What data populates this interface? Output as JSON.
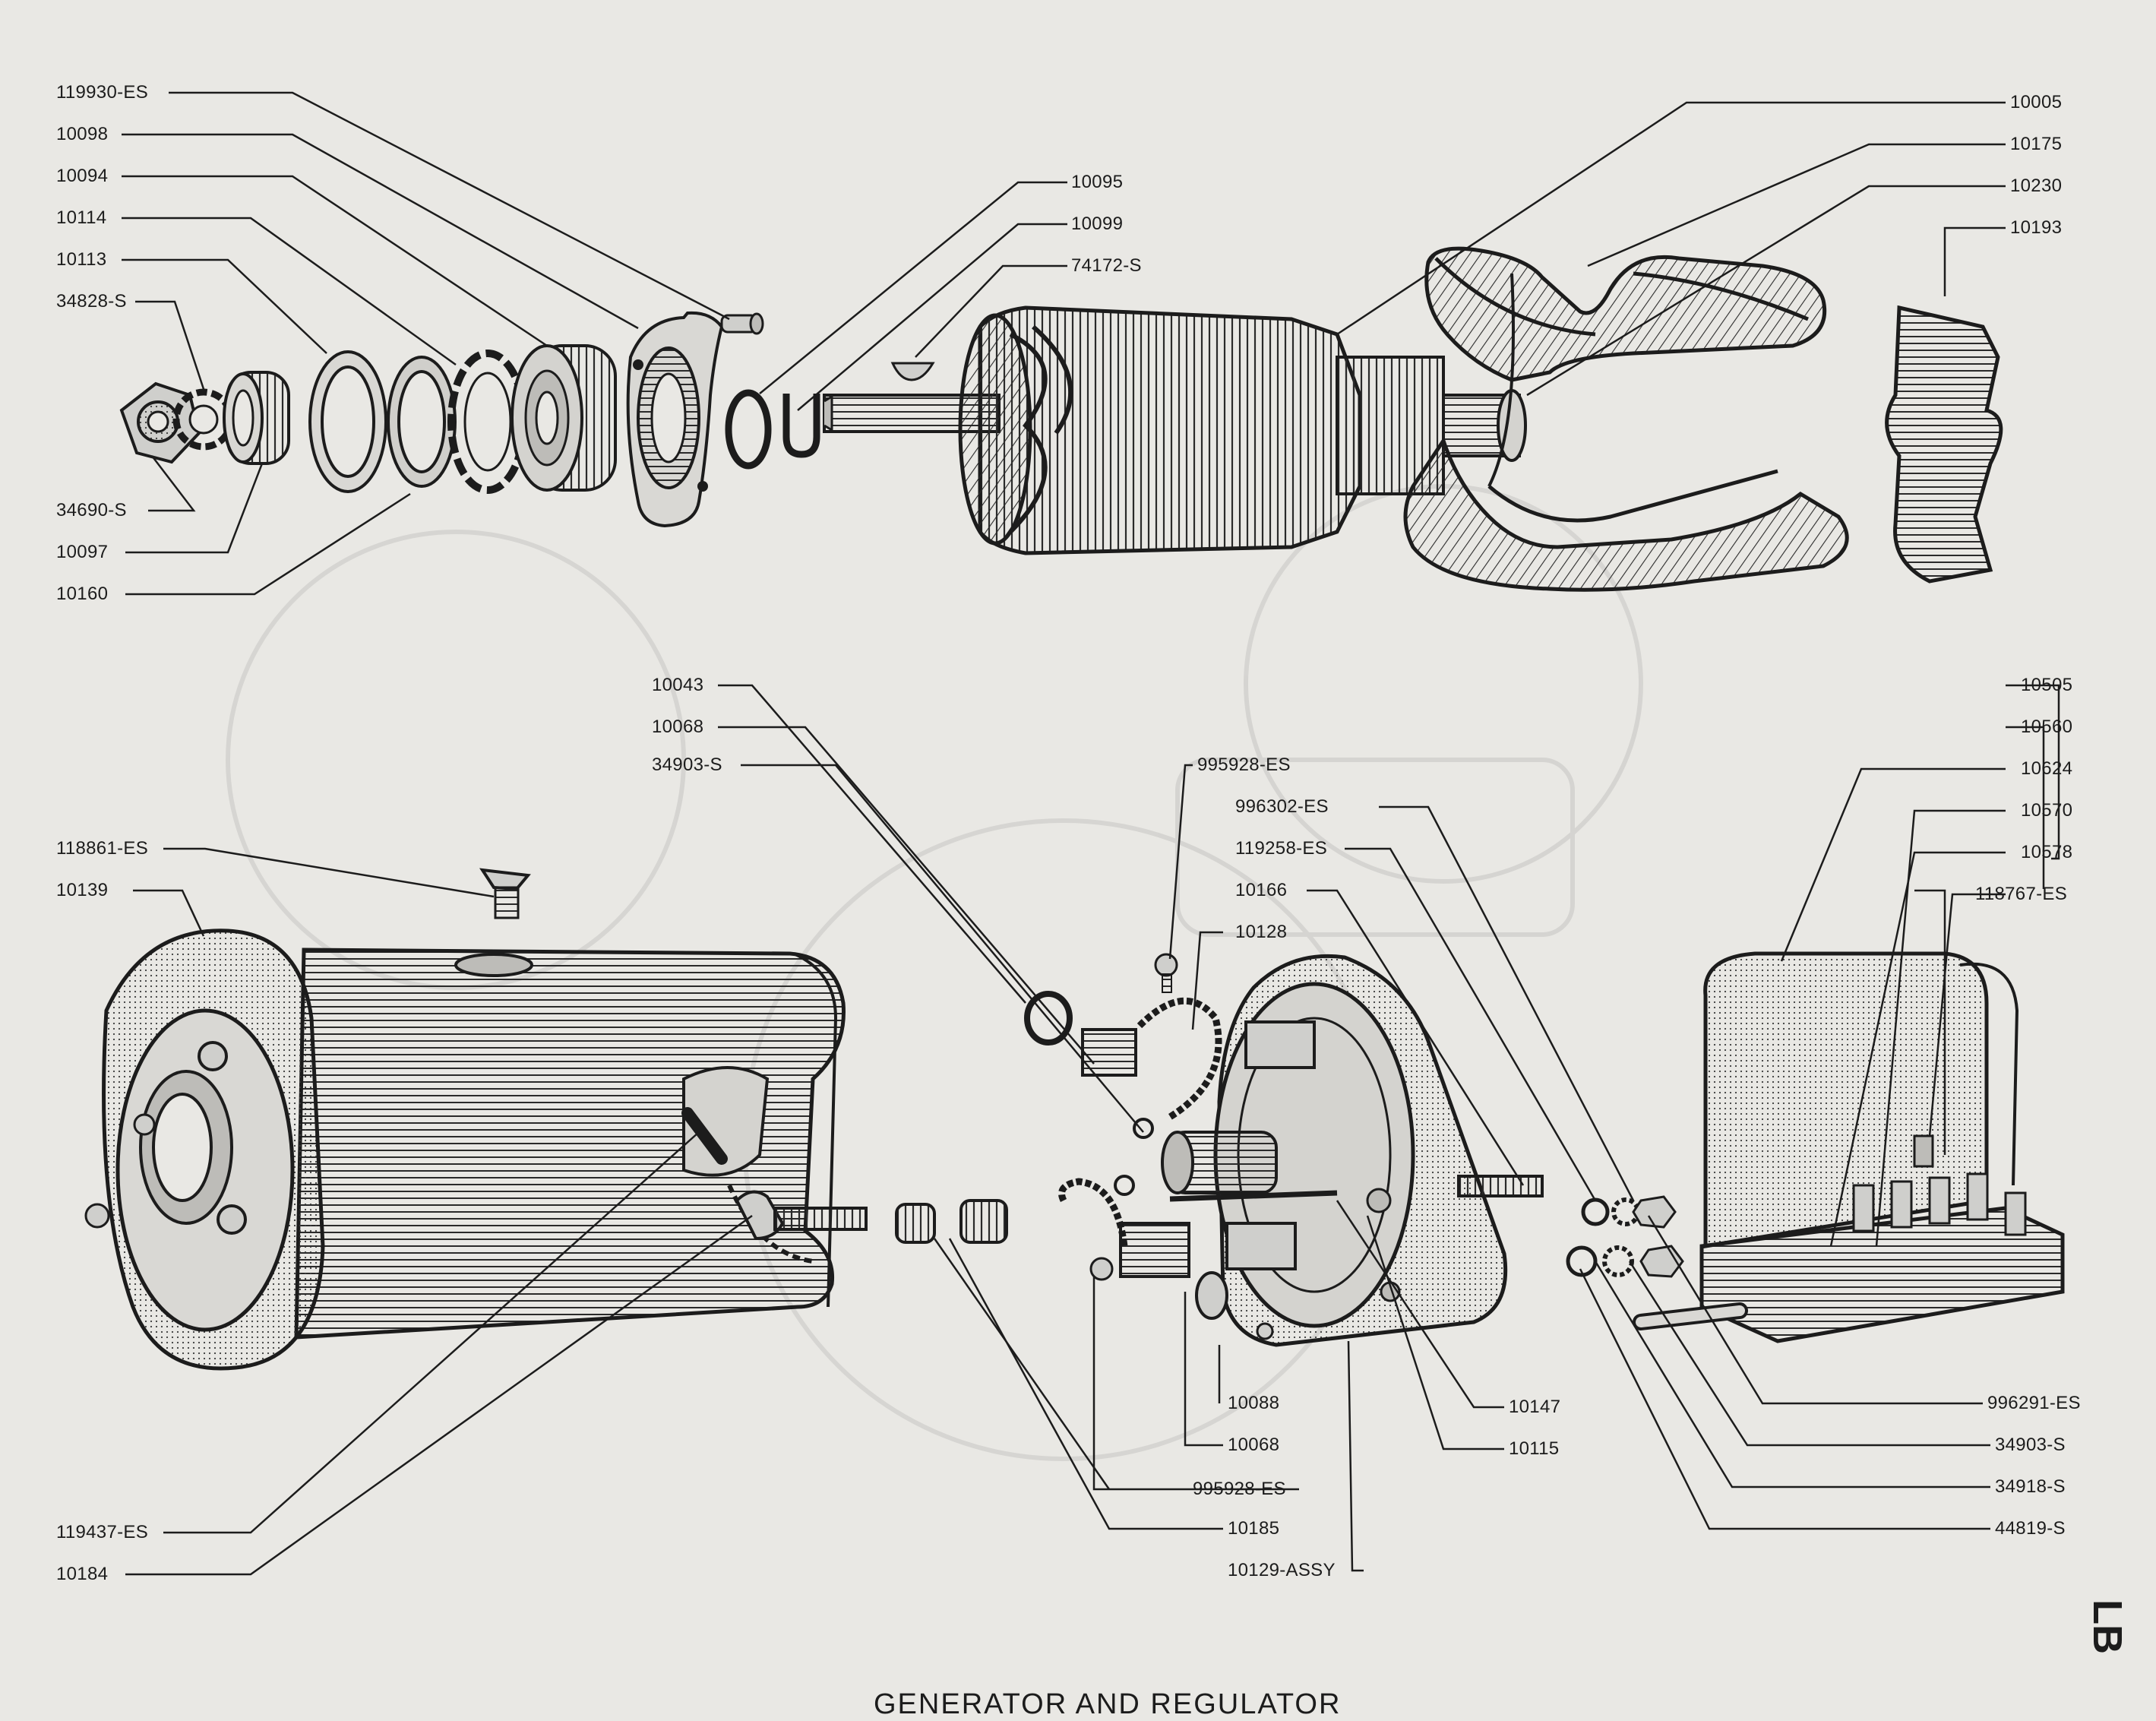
{
  "title": "GENERATOR AND REGULATOR",
  "page_code": "LB",
  "parts": {
    "p119930ES_top": "119930-ES",
    "p10098": "10098",
    "p10094": "10094",
    "p10114": "10114",
    "p10113": "10113",
    "p34828S": "34828-S",
    "p34690S": "34690-S",
    "p10097": "10097",
    "p10160": "10160",
    "p10095": "10095",
    "p10099": "10099",
    "p74172S": "74172-S",
    "p10005": "10005",
    "p10175": "10175",
    "p10230": "10230",
    "p10193": "10193",
    "p10043": "10043",
    "p10068_top": "10068",
    "p34903S_left": "34903-S",
    "p118861ES": "118861-ES",
    "p10139": "10139",
    "p995928ES_top": "995928-ES",
    "p996302ES": "996302-ES",
    "p119258ES": "119258-ES",
    "p10166": "10166",
    "p10128": "10128",
    "p10505": "10505",
    "p10560": "10560",
    "p10624": "10624",
    "p10570": "10570",
    "p10578": "10578",
    "p118767ES": "118767-ES",
    "p10147": "10147",
    "p10115": "10115",
    "p10088": "10088",
    "p10068_bottom": "10068",
    "p995928ES_bottom": "995928-ES",
    "p10185": "10185",
    "p10129ASSY": "10129-ASSY",
    "p119437ES": "119437-ES",
    "p10184": "10184",
    "p996291ES": "996291-ES",
    "p34903S_right": "34903-S",
    "p34918S": "34918-S",
    "p44819S": "44819-S"
  }
}
